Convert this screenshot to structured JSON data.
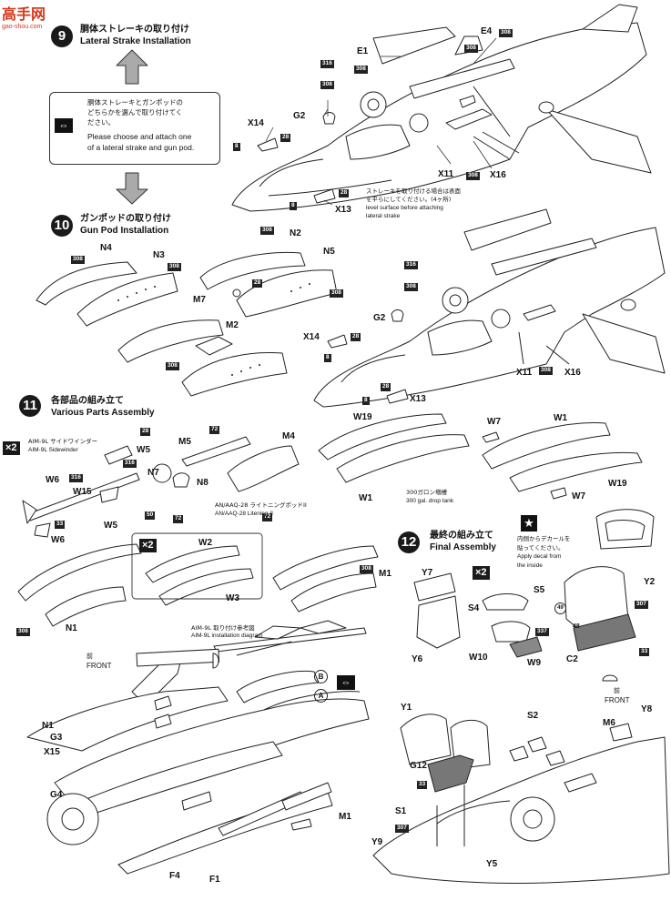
{
  "watermark": {
    "logo_text": "高手网",
    "site": "gao-shou.com"
  },
  "steps": {
    "s9": {
      "num": "9",
      "jp": "胴体ストレーキの取り付け",
      "en": "Lateral Strake Installation"
    },
    "s10": {
      "num": "10",
      "jp": "ガンポッドの取り付け",
      "en": "Gun Pod Installation"
    },
    "s11": {
      "num": "11",
      "jp": "各部品の組み立て",
      "en": "Various Parts Assembly"
    },
    "s12": {
      "num": "12",
      "jp": "最終の組み立て",
      "en": "Final Assembly"
    }
  },
  "choice_box": {
    "jp_line1": "胴体ストレーキとガンポッドの",
    "jp_line2": "どちらかを選んで取り付けてく",
    "jp_line3": "ださい。",
    "en_line1": "Please choose and attach one",
    "en_line2": "of a lateral strake and gun pod."
  },
  "notes": {
    "strake_jp": "ストレーキを取り付ける場合は表面",
    "strake_jp2": "を平らにしてください。(4ヶ所)",
    "strake_en1": "level surface before attaching",
    "strake_en2": "lateral strake",
    "aim_jp": "AIM-9L サイドワインダー",
    "aim_en": "AIM-9L Sidewinder",
    "litening_jp": "AN/AAQ-28 ライトニングポッドII",
    "litening_en": "AN/AAQ-28 Litening II",
    "tank_jp": "300ガロン増槽",
    "tank_en": "300 gal. drop tank",
    "aim_diag_jp": "AIM-9L 取り付け参考図",
    "aim_diag_en": "AIM-9L installation diagram",
    "decal_jp1": "内側からデカールを",
    "decal_jp2": "貼ってください。",
    "decal_en1": "Apply  decal  from",
    "decal_en2": "the inside",
    "front_jp": "前",
    "front_en": "FRONT"
  },
  "multipliers": {
    "x2": "×2"
  },
  "paint_codes": {
    "c308": "308",
    "c316": "316",
    "c28": "28",
    "c72": "72",
    "c33": "33",
    "c8": "8",
    "c50": "50",
    "c307": "307",
    "c337": "337",
    "c49": "49",
    "c48": "48"
  },
  "callouts": {
    "A": "A",
    "B": "B"
  },
  "parts": {
    "E1": "E1",
    "E4": "E4",
    "G2": "G2",
    "X14": "X14",
    "X13": "X13",
    "X11": "X11",
    "X16": "X16",
    "N4": "N4",
    "N3": "N3",
    "N2": "N2",
    "N5": "N5",
    "M7": "M7",
    "M2": "M2",
    "W5": "W5",
    "W6": "W6",
    "W15": "W15",
    "M5": "M5",
    "M4": "M4",
    "N7": "N7",
    "N8": "N8",
    "W19": "W19",
    "W7": "W7",
    "W1": "W1",
    "W2": "W2",
    "W3": "W3",
    "M1": "M1",
    "N1": "N1",
    "G3": "G3",
    "X15": "X15",
    "G4": "G4",
    "F4": "F4",
    "F1": "F1",
    "Y7": "Y7",
    "Y6": "Y6",
    "Y1": "Y1",
    "Y2": "Y2",
    "Y5": "Y5",
    "Y8": "Y8",
    "Y9": "Y9",
    "S4": "S4",
    "S5": "S5",
    "S2": "S2",
    "S1": "S1",
    "W10": "W10",
    "W9": "W9",
    "C2": "C2",
    "G12": "G12",
    "M6": "M6"
  }
}
